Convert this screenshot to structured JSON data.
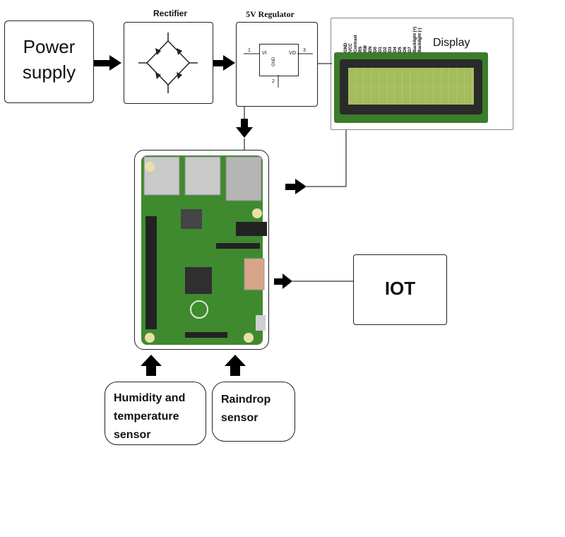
{
  "blocks": {
    "power_supply": "Power supply",
    "rectifier": "Rectifier",
    "regulator": "5V Regulator",
    "regulator_pins": {
      "vi": "VI",
      "vo": "VO",
      "gnd": "GND",
      "pin1": "1",
      "pin2": "2",
      "pin3": "3"
    },
    "display": "Display",
    "display_pins": [
      "GND",
      "VCC",
      "Contrast",
      "RS",
      "RW",
      "EN",
      "D0",
      "D1",
      "D2",
      "D3",
      "D4",
      "D5",
      "D6",
      "D7",
      "Backlight (+)",
      "Backlight (-)"
    ],
    "iot": "IOT",
    "humidity_sensor": "Humidity and temperature sensor",
    "raindrop_sensor": "Raindrop sensor"
  },
  "colors": {
    "board_green": "#3f8a2e",
    "lcd_screen": "#b9d46a",
    "lcd_frame": "#2a2a2a",
    "arrow": "#000000"
  }
}
